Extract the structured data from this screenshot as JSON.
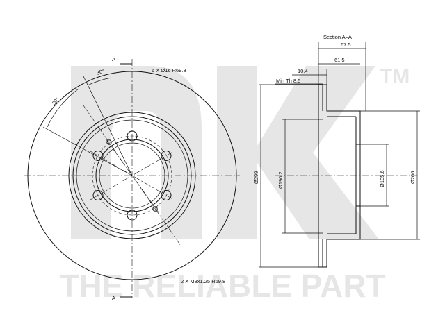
{
  "watermark": {
    "brand_logo_text": "nk",
    "trademark": "TM",
    "slogan": "THE RELIABLE PART",
    "color": "#e6e6e6"
  },
  "front_view": {
    "section_marker_top": "A",
    "section_marker_bottom": "A",
    "angle_label_top": "30°",
    "angle_label_side": "30°",
    "bolt_pattern_label": "6 X Ø16 R69.8",
    "thread_hole_label": "2 X M8x1.25 R69.8"
  },
  "section_view": {
    "title": "Section A–A",
    "overall_thickness": "67.5",
    "hat_depth": "61.5",
    "disc_thickness": "10.4",
    "min_thickness_label": "Min Th 8.5",
    "outer_diameter": "Ø299",
    "friction_inner_diameter": "Ø190.2",
    "center_bore_diameter": "Ø105.6",
    "hat_diameter": "Ø206"
  },
  "colors": {
    "line": "#111111",
    "background": "#ffffff"
  }
}
